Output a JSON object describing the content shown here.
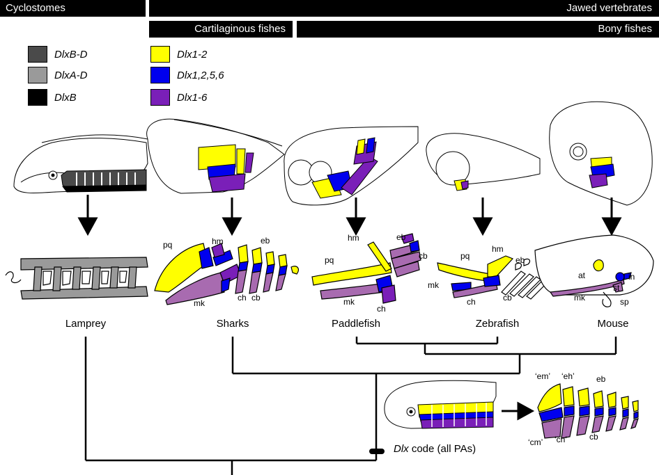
{
  "header": {
    "cyclostomes": "Cyclostomes",
    "jawed": "Jawed vertebrates",
    "cartilaginous": "Cartilaginous fishes",
    "bony": "Bony fishes"
  },
  "legend": [
    {
      "label": "DlxB-D",
      "color": "#4a4a4a"
    },
    {
      "label": "DlxA-D",
      "color": "#9a9a9a"
    },
    {
      "label": "DlxB",
      "color": "#000000"
    },
    {
      "label": "Dlx1-2",
      "color": "#ffff00"
    },
    {
      "label": "Dlx1,2,5,6",
      "color": "#0000ee"
    },
    {
      "label": "Dlx1-6",
      "color": "#7a1fb8"
    }
  ],
  "colors": {
    "mk_purple": "#a86bb0"
  },
  "species": {
    "lamprey": "Lamprey",
    "sharks": "Sharks",
    "paddlefish": "Paddlefish",
    "zebrafish": "Zebrafish",
    "mouse": "Mouse"
  },
  "labels": {
    "pq": "pq",
    "hm": "hm",
    "eb": "eb",
    "mk": "mk",
    "ch": "ch",
    "cb": "cb",
    "at": "at",
    "in": "in",
    "st": "st",
    "sp": "sp",
    "em": "‘em’",
    "eh": "‘eh’",
    "cm": "‘cm’",
    "ch_q": "‘ch’"
  },
  "dlx_code": {
    "gene": "Dlx",
    "rest": " code (all PAs)"
  }
}
